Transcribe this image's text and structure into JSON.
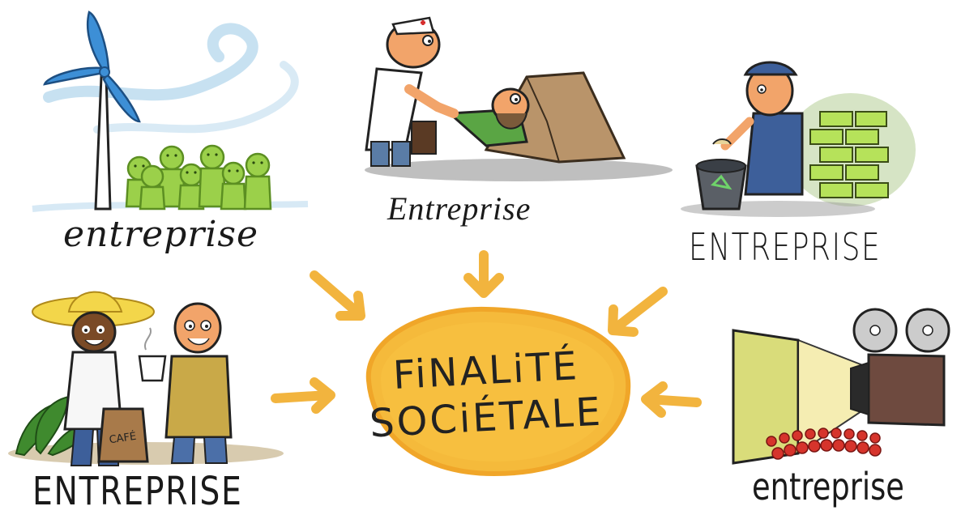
{
  "center": {
    "line1": "FiNALiTÉ",
    "line2": "SOCiÉTALE",
    "color": "#f5b731"
  },
  "labels": {
    "wind": "entreprise",
    "doctor": "Entreprise",
    "recycle": "ENTREPRISE",
    "cafe": "ENTREPRISE",
    "cinema": "entreprise"
  },
  "vignettes": {
    "wind": {
      "icon": "wind-turbine-with-green-people"
    },
    "doctor": {
      "icon": "doctor-helping-homeless-man"
    },
    "recycle": {
      "icon": "worker-recycling-building-wall"
    },
    "cafe": {
      "icon": "coffee-farmer-and-consumer"
    },
    "cinema": {
      "icon": "film-projector-and-audience"
    }
  },
  "cafe_bag_text": "CAFÉ",
  "colors": {
    "arrow": "#f2b43e",
    "blob": "#f5b731",
    "green_people": "#9bd04a",
    "turbine": "#3d8fd6",
    "sky_swirl": "#b9d9ee"
  }
}
